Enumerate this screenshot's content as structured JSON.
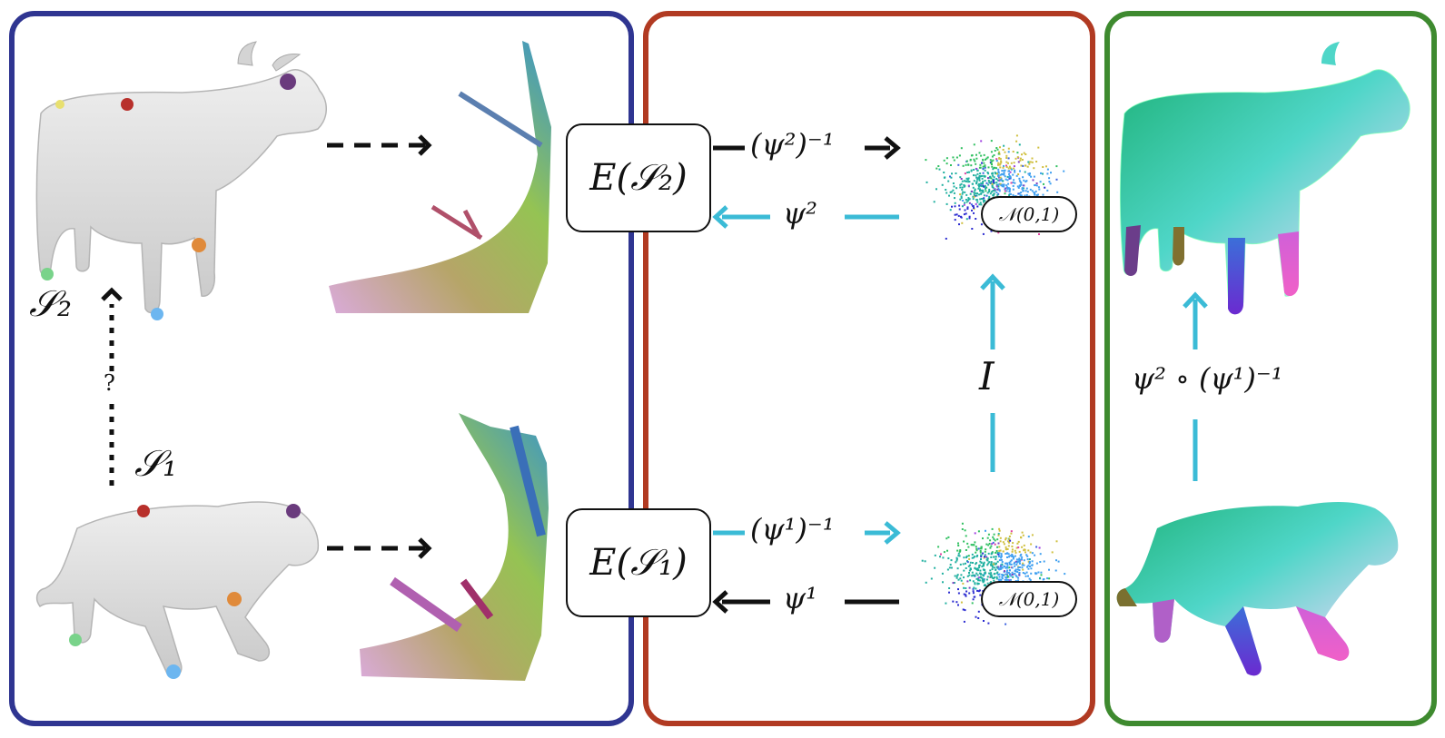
{
  "labels": {
    "s2": "𝒮₂",
    "s1": "𝒮₁",
    "question": "?",
    "enc_s2": "E(𝒮₂)",
    "enc_s1": "E(𝒮₁)",
    "psi2_inv": "(ψ²)⁻¹",
    "psi2": "ψ²",
    "psi1_inv": "(ψ¹)⁻¹",
    "psi1": "ψ¹",
    "normal_top": "𝒩(0,1)",
    "normal_bottom": "𝒩(0,1)",
    "identity": "I",
    "composition": "ψ² ∘ (ψ¹)⁻¹"
  },
  "colors": {
    "panel_left": "#2f3591",
    "panel_mid": "#b13a22",
    "panel_right": "#3e8a2f",
    "cyan_arrow": "#3bbbd6",
    "black_arrow": "#111111"
  }
}
